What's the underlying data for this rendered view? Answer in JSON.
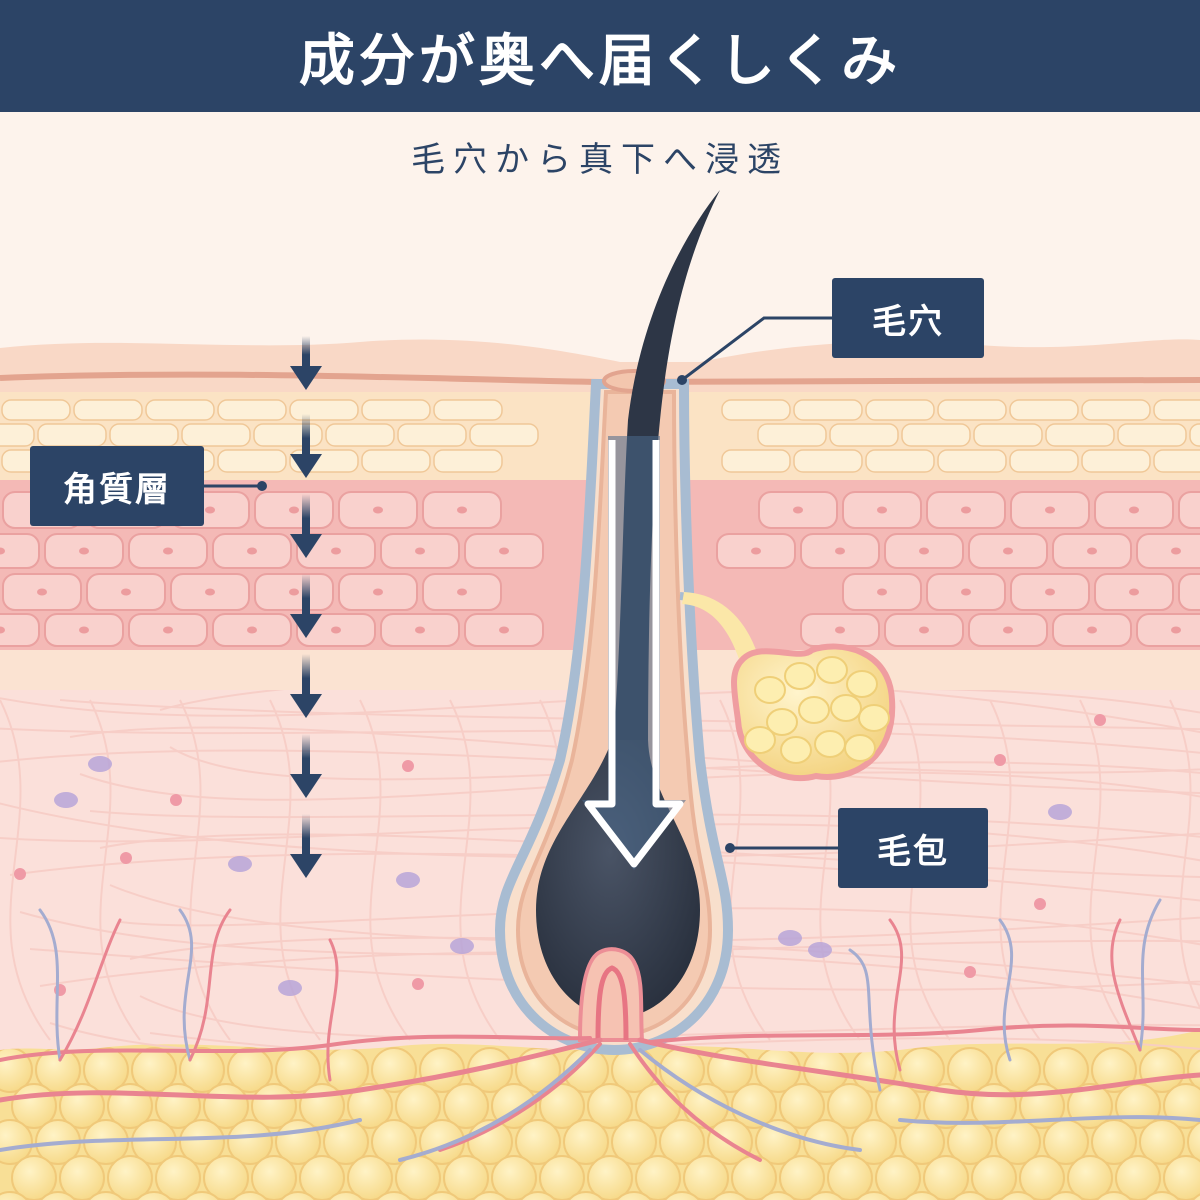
{
  "header": {
    "title": "成分が奥へ届くしくみ"
  },
  "subtitle": "毛穴から真下へ浸透",
  "labels": {
    "pore": "毛穴",
    "stratum_corneum": "角質層",
    "follicle": "毛包"
  },
  "colors": {
    "navy": "#2c4466",
    "skin_surface": "#f7d3c0",
    "horny_layer": "#fbe3c4",
    "cells": "#f6c3c0",
    "dermis": "#fbe0da",
    "fat": "#fbe29a",
    "hair": "#2d3646"
  },
  "icons": {
    "stepwise_arrows": "down-arrow-icon",
    "center_arrow": "outline-down-arrow-icon"
  }
}
